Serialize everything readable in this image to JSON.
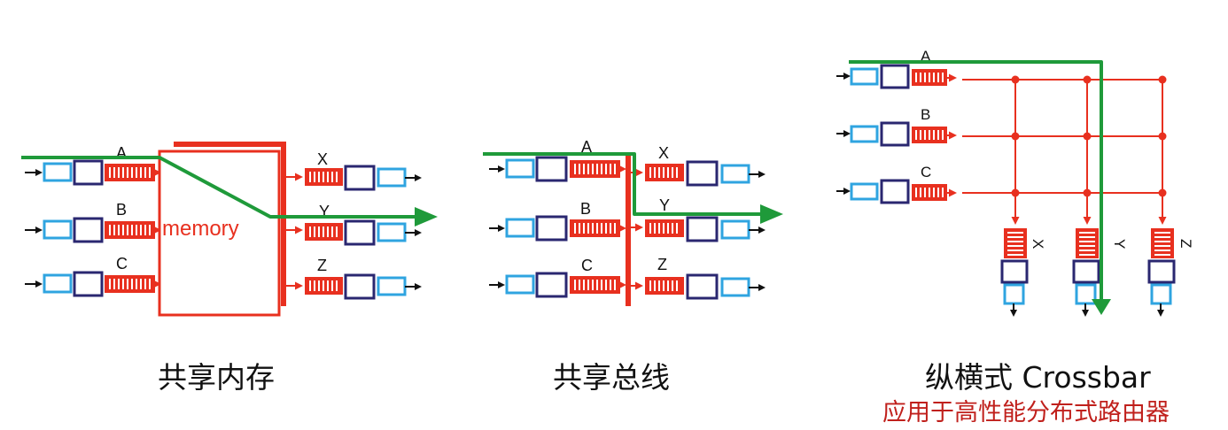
{
  "colors": {
    "red": "#e8301f",
    "green": "#1f9a3a",
    "navy": "#2a2770",
    "blue": "#2fa4e0",
    "caption_red": "#c0201c"
  },
  "panels": {
    "memory": {
      "caption": "共享内存",
      "fabric_label": "memory",
      "inputs": [
        "A",
        "B",
        "C"
      ],
      "outputs": [
        "X",
        "Y",
        "Z"
      ]
    },
    "bus": {
      "caption": "共享总线",
      "inputs": [
        "A",
        "B",
        "C"
      ],
      "outputs": [
        "X",
        "Y",
        "Z"
      ]
    },
    "crossbar": {
      "caption": "纵横式 Crossbar",
      "subcaption": "应用于高性能分布式路由器",
      "inputs": [
        "A",
        "B",
        "C"
      ],
      "outputs": [
        "X",
        "Y",
        "Z"
      ]
    }
  }
}
